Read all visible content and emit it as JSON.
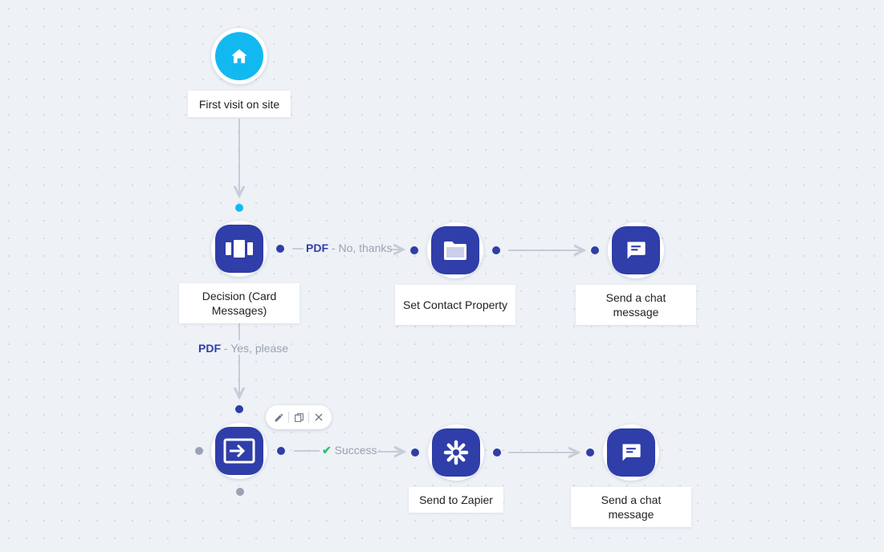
{
  "nodes": {
    "trigger": {
      "label": "First visit on site",
      "icon": "home-icon"
    },
    "decision": {
      "label": "Decision (Card Messages)",
      "icon": "carousel-cards-icon"
    },
    "set_contact": {
      "label": "Set Contact Property",
      "icon": "folder-icon"
    },
    "chat_top": {
      "label": "Send a chat message",
      "icon": "chat-message-icon"
    },
    "input": {
      "label": "",
      "icon": "input-arrow-icon"
    },
    "zapier": {
      "label": "Send to Zapier",
      "icon": "zapier-asterisk-icon"
    },
    "chat_bottom": {
      "label": "Send a chat message",
      "icon": "chat-message-icon"
    }
  },
  "edges": {
    "no_thanks": {
      "keyword": "PDF",
      "separator": " - ",
      "text": "No, thanks"
    },
    "yes_please": {
      "keyword": "PDF",
      "separator": " - ",
      "text": "Yes, please"
    },
    "success": {
      "text": "Success"
    }
  },
  "toolbar": {
    "actions": [
      "edit-icon",
      "duplicate-icon",
      "close-icon"
    ]
  },
  "colors": {
    "background": "#eef1f6",
    "node_primary": "#2f3ea8",
    "trigger": "#12b9f0",
    "connector": "#c6ccd8",
    "success_check": "#28c36a",
    "muted_text": "#9aa3b4"
  }
}
